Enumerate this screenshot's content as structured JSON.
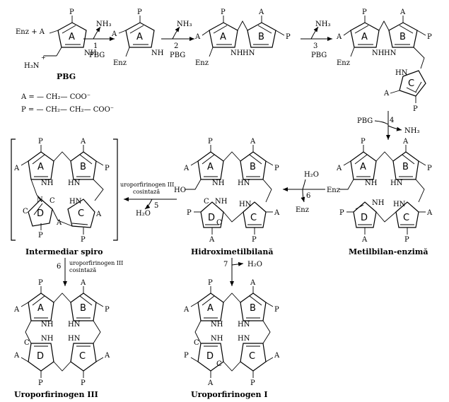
{
  "rings": {
    "a": "A",
    "b": "B",
    "c": "C",
    "d": "D"
  },
  "subs": {
    "p": "P",
    "a": "A"
  },
  "atoms": {
    "nh": "NH",
    "hn": "HN",
    "n": "N",
    "c": "C",
    "enz": "Enz",
    "ho": "HO"
  },
  "labels": {
    "pbg": "PBG",
    "spiro": "Intermediar spiro",
    "hmb": "Hidroximetilbilană",
    "meb": "Metilbilan-enzimă",
    "uro3": "Uroporfirinogen III",
    "uro1": "Uroporfirinogen I",
    "enz_plus_a": "Enz + A",
    "h3n": "H₃N",
    "plus": "+"
  },
  "reagents": {
    "pbg": "PBG",
    "nh3": "NH₃",
    "h2o": "H₂O",
    "enz": "Enz",
    "cosyn1": "uroporfirinogen III",
    "cosyn2": "cosintază"
  },
  "steps": [
    "1",
    "2",
    "3",
    "4",
    "5",
    "6",
    "6",
    "7"
  ],
  "legend": {
    "a": "A = — CH₂— COO⁻",
    "p": "P = — CH₂— CH₂— COO⁻"
  }
}
